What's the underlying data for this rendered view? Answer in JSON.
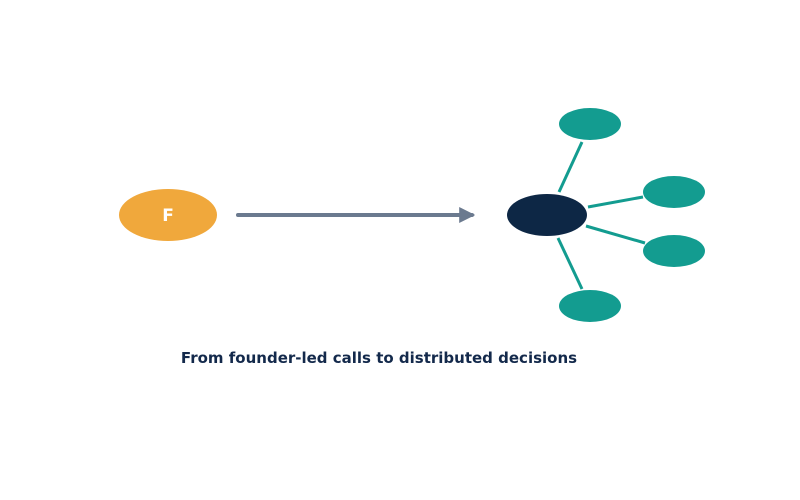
{
  "founder_node": {
    "label": "F",
    "color": "#f0a83c",
    "label_color": "#ffffff"
  },
  "arrow": {
    "color": "#6b7a8f"
  },
  "hub_node": {
    "color": "#0d2745"
  },
  "team_nodes": {
    "color": "#139c90",
    "count": 4
  },
  "connector_color": "#139c90",
  "caption": "From founder-led calls to distributed decisions",
  "caption_color": "#13294b"
}
